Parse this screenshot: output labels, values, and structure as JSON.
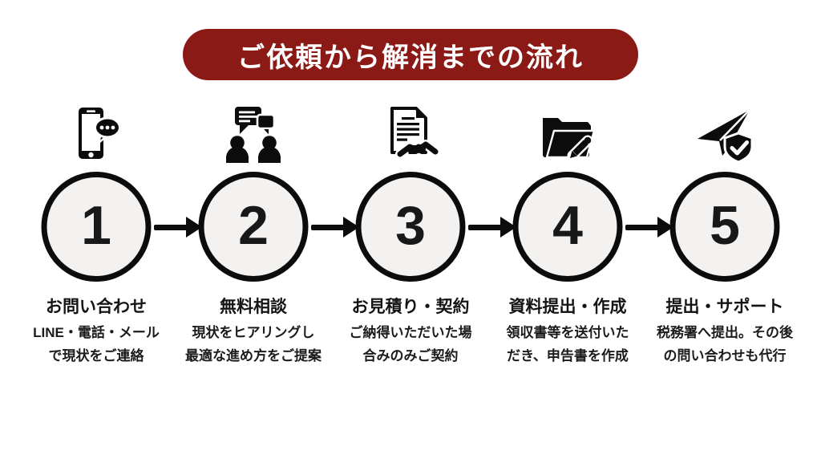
{
  "colors": {
    "banner": "#8b1a16",
    "circle_fill": "#f3f2f0",
    "ink": "#111111",
    "icon": "#0c0c0c"
  },
  "header": {
    "title": "ご依頼から解消までの流れ"
  },
  "steps": [
    {
      "number": "1",
      "icon": "smartphone-chat-icon",
      "title": "お問い合わせ",
      "desc_line1": "LINE・電話・メール",
      "desc_line2": "で現状をご連絡"
    },
    {
      "number": "2",
      "icon": "consultation-people-icon",
      "title": "無料相談",
      "desc_line1": "現状をヒアリングし",
      "desc_line2": "最適な進め方をご提案"
    },
    {
      "number": "3",
      "icon": "contract-handshake-icon",
      "title": "お見積り・契約",
      "desc_line1": "ご納得いただいた場",
      "desc_line2": "合みのみご契約"
    },
    {
      "number": "4",
      "icon": "folder-pencil-icon",
      "title": "資料提出・作成",
      "desc_line1": "領収書等を送付いた",
      "desc_line2": "だき、申告書を作成"
    },
    {
      "number": "5",
      "icon": "paper-plane-shield-icon",
      "title": "提出・サポート",
      "desc_line1": "税務署へ提出。その後",
      "desc_line2": "の問い合わせも代行"
    }
  ]
}
